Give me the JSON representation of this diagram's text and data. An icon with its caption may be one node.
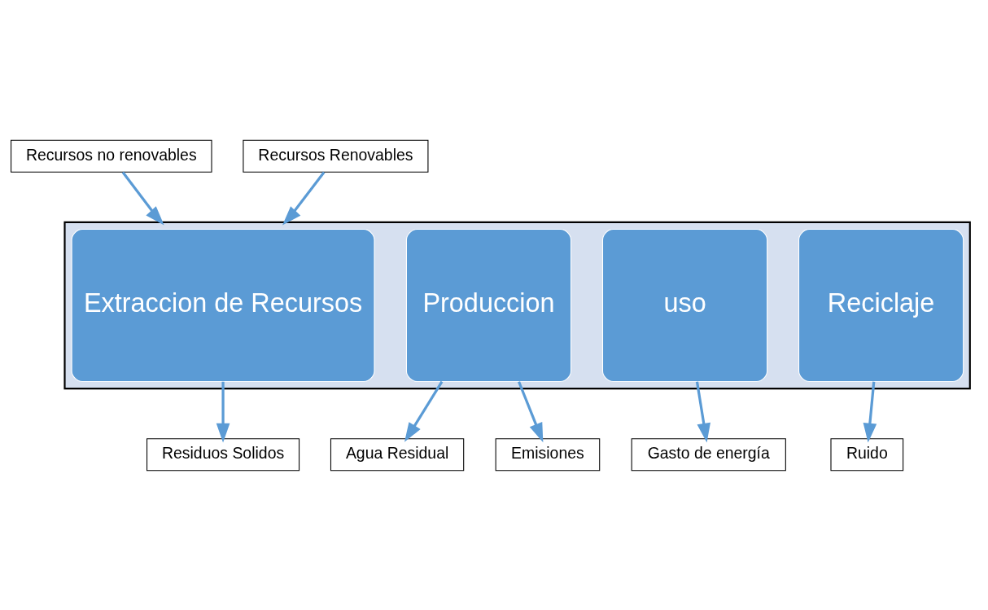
{
  "diagram": {
    "nodes": [
      {
        "text": [
          "Recursos no renovables"
        ]
      },
      {
        "text": [
          "Recursos Renovables"
        ]
      },
      {
        "text": [],
        "shape": "box"
      },
      {
        "text": [
          "Extraccion de Recursos"
        ],
        "in": 2
      },
      {
        "text": [
          "Produccion"
        ],
        "in": 2
      },
      {
        "text": [
          "uso"
        ],
        "in": 2
      },
      {
        "text": [
          "Reciclaje"
        ],
        "in": 2
      },
      {
        "text": [
          "Residuos Solidos"
        ]
      },
      {
        "text": [
          "Agua Residual"
        ]
      },
      {
        "text": [
          "Emisiones"
        ]
      },
      {
        "text": [
          "Gasto de energía"
        ]
      },
      {
        "text": [
          "Ruido"
        ]
      }
    ],
    "edges": [
      {
        "from": 0,
        "to": 2,
        "arrow": "to"
      },
      {
        "from": 1,
        "to": 2,
        "arrow": "to"
      },
      {
        "from": 3,
        "to": 7,
        "arrow": "to"
      },
      {
        "from": 4,
        "to": 8,
        "arrow": "to"
      },
      {
        "from": 4,
        "to": 9,
        "arrow": "to"
      },
      {
        "from": 5,
        "to": 10,
        "arrow": "to"
      },
      {
        "from": 6,
        "to": 11,
        "arrow": "to"
      }
    ]
  }
}
